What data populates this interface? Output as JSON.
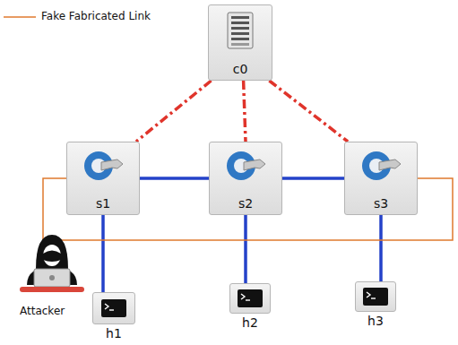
{
  "diagram": {
    "nodes": [
      {
        "text": [
          "c0"
        ]
      },
      {
        "text": [
          "s1"
        ]
      },
      {
        "text": [
          "s2"
        ]
      },
      {
        "text": [
          "s3"
        ]
      },
      {
        "text": [
          "h1"
        ]
      },
      {
        "text": [
          "h2"
        ]
      },
      {
        "text": [
          "h3"
        ]
      }
    ],
    "edges": [
      {
        "from": 0,
        "to": 1,
        "arrow": "none"
      },
      {
        "from": 0,
        "to": 2,
        "arrow": "none"
      },
      {
        "from": 0,
        "to": 3,
        "arrow": "none"
      },
      {
        "from": 1,
        "to": 2,
        "arrow": "none"
      },
      {
        "from": 2,
        "to": 3,
        "arrow": "none"
      },
      {
        "from": 1,
        "to": 4,
        "arrow": "none"
      },
      {
        "from": 2,
        "to": 5,
        "arrow": "none"
      },
      {
        "from": 3,
        "to": 6,
        "arrow": "none"
      },
      {
        "from": 1,
        "to": 3,
        "arrow": "none"
      }
    ],
    "labels": [
      "Attacker"
    ],
    "legend": [
      {
        "text": "Fake Fabricated Link"
      }
    ]
  }
}
